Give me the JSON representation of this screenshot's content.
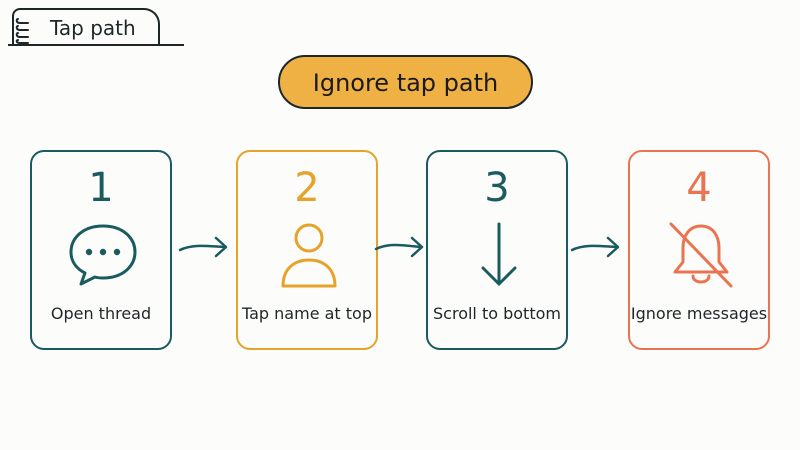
{
  "header": {
    "tab_title": "Tap path",
    "icon": "spiral-notebook-icon"
  },
  "title": "Ignore tap path",
  "steps": [
    {
      "number": "1",
      "label": "Open thread",
      "icon": "chat-bubble-icon",
      "color": "#1a5b5f"
    },
    {
      "number": "2",
      "label": "Tap name at top",
      "icon": "person-icon",
      "color": "#e5a32b"
    },
    {
      "number": "3",
      "label": "Scroll to bottom",
      "icon": "arrow-down-icon",
      "color": "#1a5b5f"
    },
    {
      "number": "4",
      "label": "Ignore messages",
      "icon": "bell-off-icon",
      "color": "#ea7452"
    }
  ],
  "colors": {
    "teal": "#1a5b5f",
    "amber": "#e5a32b",
    "coral": "#ea7452",
    "title_fill": "#efb143",
    "ink": "#1f2628"
  }
}
